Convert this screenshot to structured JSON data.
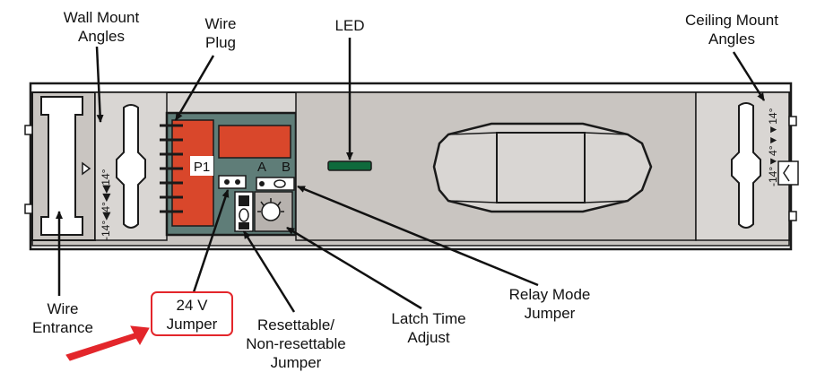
{
  "labels": {
    "wall_mount_angles": [
      "Wall Mount",
      "Angles"
    ],
    "wire_plug": [
      "Wire",
      "Plug"
    ],
    "led": "LED",
    "ceiling_mount_angles": [
      "Ceiling Mount",
      "Angles"
    ],
    "wire_entrance": [
      "Wire",
      "Entrance"
    ],
    "jumper_24v": [
      "24 V",
      "Jumper"
    ],
    "resettable_jumper": [
      "Resettable/",
      "Non-resettable",
      "Jumper"
    ],
    "latch_time_adjust": [
      "Latch Time",
      "Adjust"
    ],
    "relay_mode_jumper": [
      "Relay Mode",
      "Jumper"
    ]
  },
  "board": {
    "plug_label": "P1",
    "jumper_a": "A",
    "jumper_b": "B"
  },
  "angle_scales": {
    "wall": "-14°◀4°◀◀14°",
    "ceiling": "-14°▼4°▼▼14°"
  },
  "colors": {
    "housing": "#d9d6d3",
    "housing_dark": "#b7b2ae",
    "board": "#5f7d78",
    "connector_red": "#d9472b",
    "led_green": "#0e6a3c",
    "highlight_red": "#e3262b",
    "outline": "#1a1a1a"
  }
}
